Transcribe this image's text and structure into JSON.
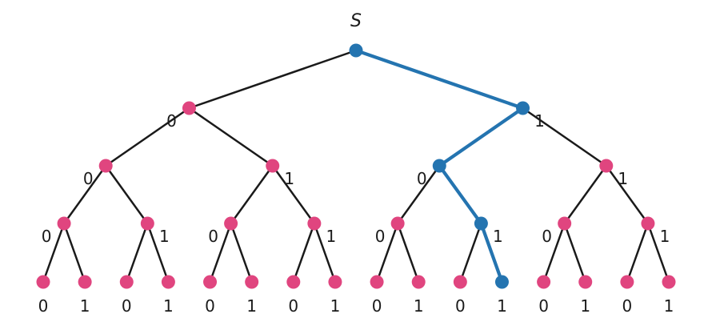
{
  "root_label": "S",
  "colors": {
    "edge": "#1a1a1a",
    "node": "#e0457f",
    "highlight": "#2474b0"
  },
  "tree": {
    "depth": 4,
    "branch_labels": [
      "0",
      "1"
    ]
  },
  "highlighted_path": [
    "1",
    "0",
    "1",
    "1"
  ]
}
